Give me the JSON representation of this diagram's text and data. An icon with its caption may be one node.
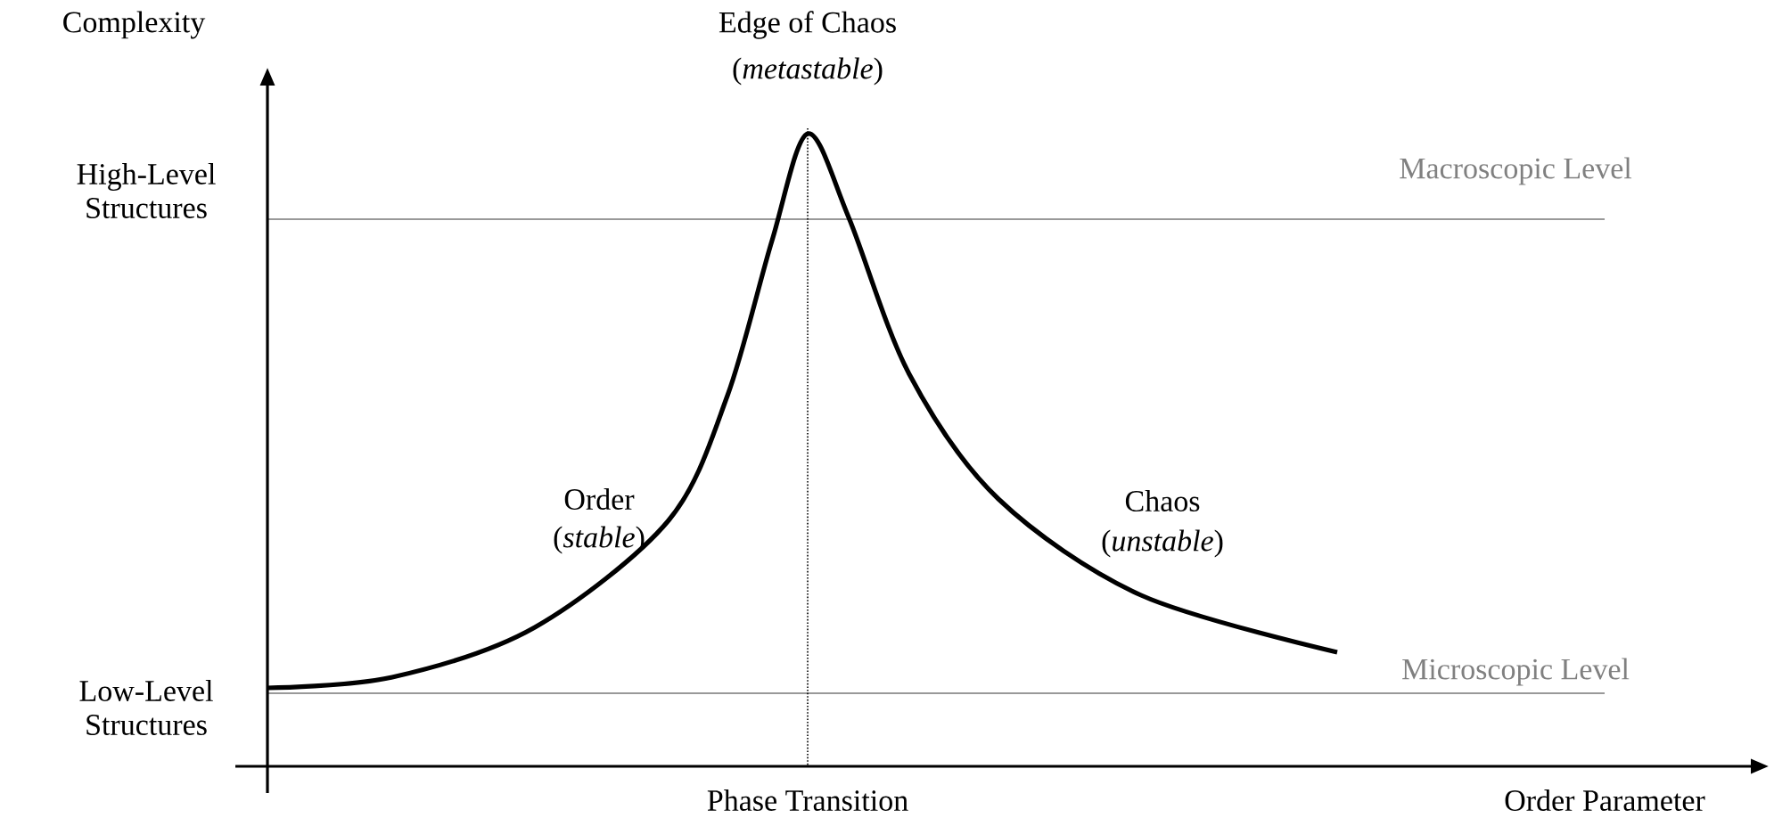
{
  "diagram": {
    "labels": [
      "Complexity",
      "Edge of Chaos",
      "(*metastable*)",
      "High-Level Structures",
      "Macroscopic Level",
      "Order",
      "(*stable*)",
      "Chaos",
      "(*unstable*)",
      "Low-Level Structures",
      "Microscopic Level",
      "Phase Transition",
      "Order Parameter"
    ]
  }
}
